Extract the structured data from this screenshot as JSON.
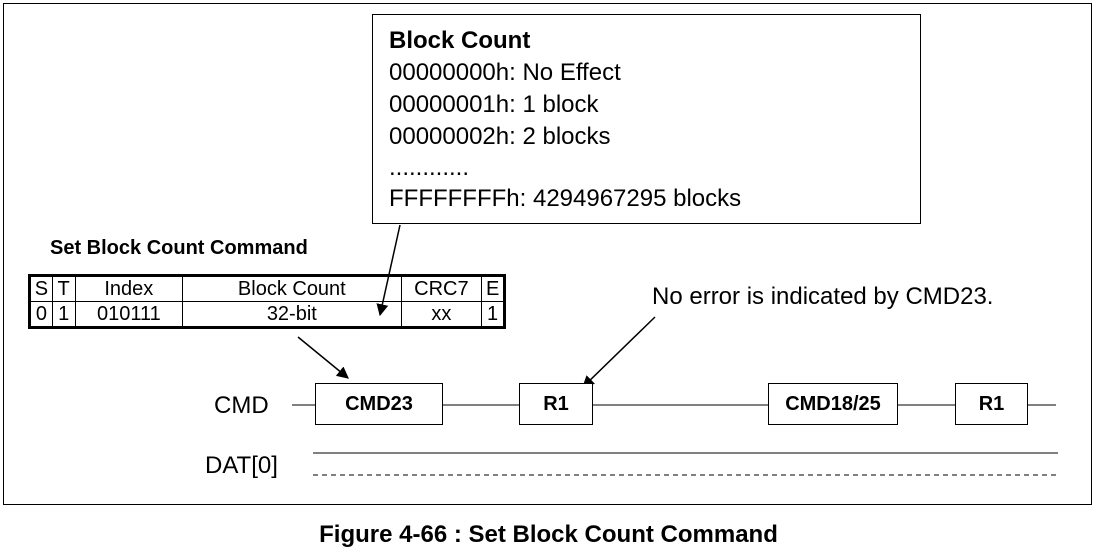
{
  "info_box": {
    "title": "Block Count",
    "lines": [
      "00000000h: No Effect",
      "00000001h: 1 block",
      "00000002h: 2 blocks",
      "............",
      "FFFFFFFFh: 4294967295 blocks"
    ]
  },
  "command_format": {
    "title": "Set Block Count Command",
    "headers": [
      "S",
      "T",
      "Index",
      "Block Count",
      "CRC7",
      "E"
    ],
    "values": [
      "0",
      "1",
      "010111",
      "32-bit",
      "xx",
      "1"
    ]
  },
  "note": "No error is indicated by CMD23.",
  "signals": {
    "cmd_label": "CMD",
    "dat_label": "DAT[0]"
  },
  "cmd_boxes": [
    "CMD23",
    "R1",
    "CMD18/25",
    "R1"
  ],
  "caption": "Figure 4-66 : Set Block Count Command"
}
